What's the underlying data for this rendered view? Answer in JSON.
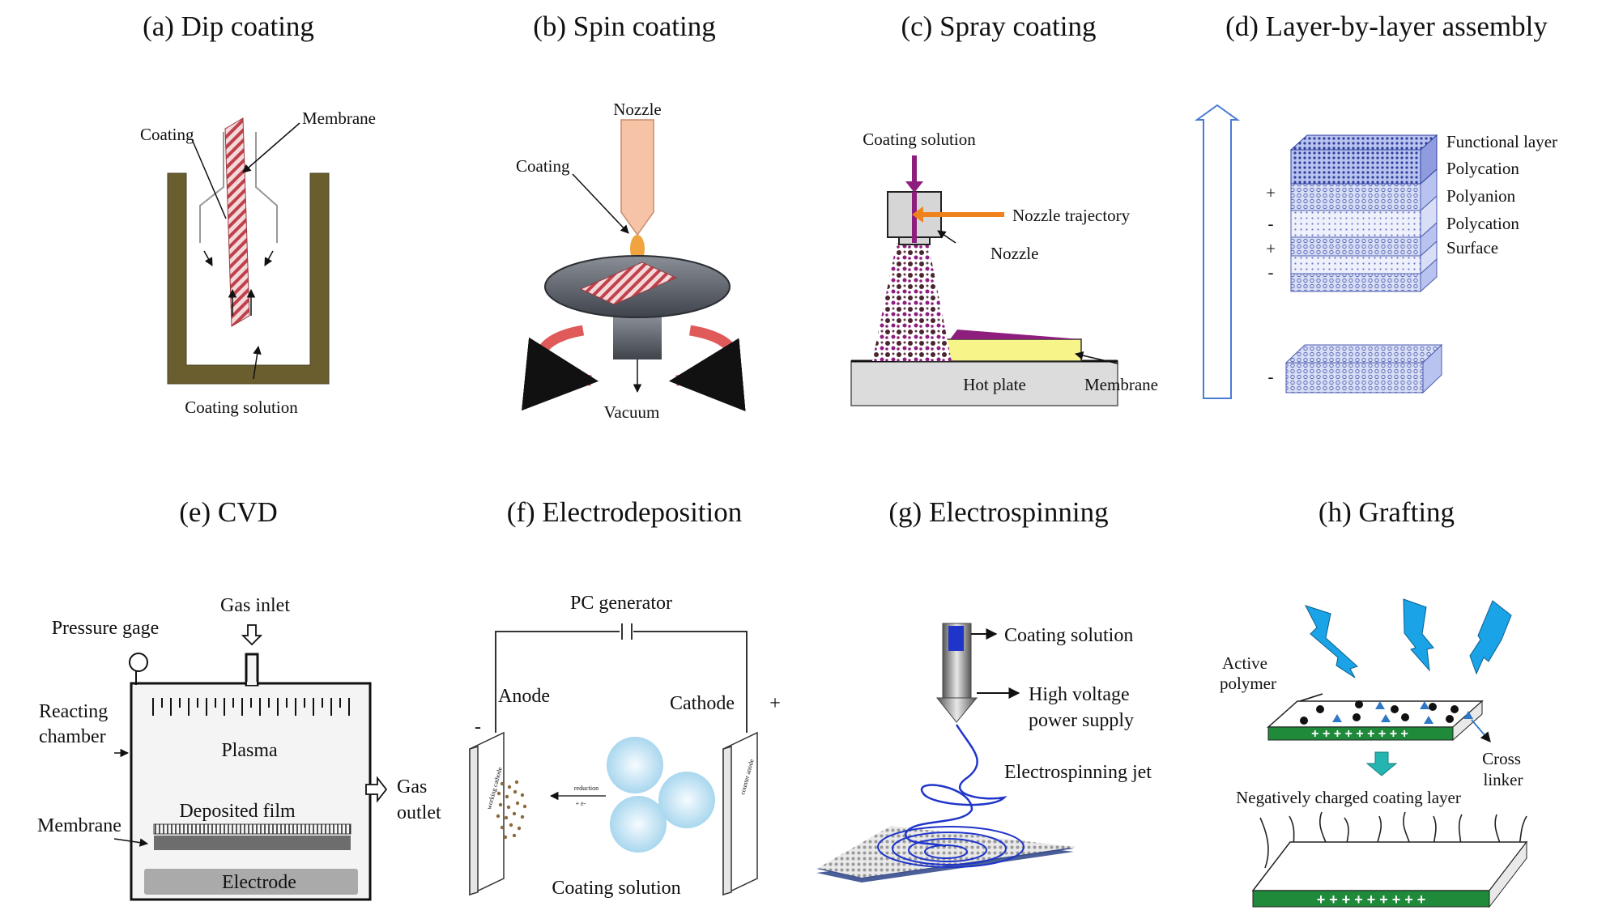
{
  "panels": {
    "a": {
      "title": "(a) Dip coating",
      "coating": "Coating",
      "membrane": "Membrane",
      "solution": "Coating solution"
    },
    "b": {
      "title": "(b) Spin coating",
      "nozzle": "Nozzle",
      "coating": "Coating",
      "vacuum": "Vacuum"
    },
    "c": {
      "title": "(c) Spray coating",
      "solution": "Coating solution",
      "trajectory": "Nozzle trajectory",
      "nozzle": "Nozzle",
      "hot_plate": "Hot plate",
      "membrane": "Membrane"
    },
    "d": {
      "title": "(d) Layer-by-layer assembly",
      "layers": [
        "Functional layer",
        "Polycation",
        "Polyanion",
        "Polycation",
        "Surface"
      ],
      "signs": [
        "+",
        "-",
        "+",
        "-",
        "-"
      ]
    },
    "e": {
      "title": "(e) CVD",
      "pressure": "Pressure gage",
      "gas_inlet": "Gas inlet",
      "chamber_1": "Reacting",
      "chamber_2": "chamber",
      "plasma": "Plasma",
      "gas_out_1": "Gas",
      "gas_out_2": "outlet",
      "film": "Deposited film",
      "membrane": "Membrane",
      "electrode": "Electrode"
    },
    "f": {
      "title": "(f) Electrodeposition",
      "generator": "PC generator",
      "anode": "Anode",
      "cathode": "Cathode",
      "solution": "Coating solution",
      "minus": "-",
      "plus": "+",
      "left_plate": "working cathode",
      "right_plate": "counter anode",
      "reduction": "reduction",
      "electron": "+ e-"
    },
    "g": {
      "title": "(g) Electrospinning",
      "solution": "Coating solution",
      "hv_1": "High voltage",
      "hv_2": "power supply",
      "jet": "Electrospinning jet"
    },
    "h": {
      "title": "(h) Grafting",
      "active_1": "Active",
      "active_2": "polymer",
      "cross_1": "Cross",
      "cross_2": "linker",
      "neg_layer": "Negatively charged coating layer",
      "plus_row": "+ + + + + + + + +"
    }
  },
  "colors": {
    "tank": "#6b5e2e",
    "membrane_red": "#c0414b",
    "nozzle_peach": "#f6c3a6",
    "spin_arrow": "#e05a5a",
    "spray_purple": "#8e1e7e",
    "spray_orange": "#f0821e",
    "hot_plate_yellow": "#f7f58a",
    "layer_blue": "#2f3f9e",
    "cvd_gray": "#6d6d6d",
    "jet_blue": "#1f35c9",
    "bolt_blue": "#1aa3e6",
    "graft_green": "#1f8a3a"
  }
}
